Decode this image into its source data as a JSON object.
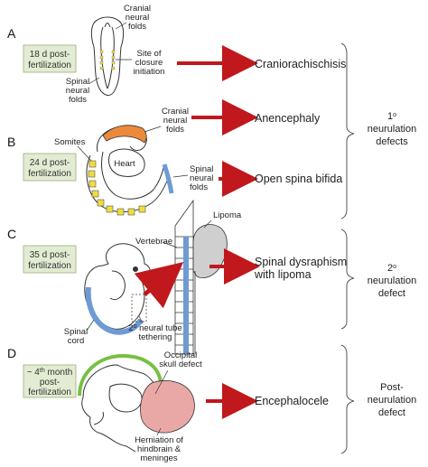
{
  "panels": [
    {
      "letter": "A",
      "stage_lines": [
        "18 d post-",
        "fertilization"
      ],
      "outcome": [
        "Craniorachischisis"
      ]
    },
    {
      "letter": "B",
      "stage_lines": [
        "24 d post-",
        "fertilization"
      ],
      "outcome": [
        "Anencephaly",
        "Open spina bifida"
      ]
    },
    {
      "letter": "C",
      "stage_lines": [
        "35 d post-",
        "fertilization"
      ],
      "outcome": [
        "Spinal dysraphism",
        "with lipoma"
      ]
    },
    {
      "letter": "D",
      "stage_lines": [
        "~ 4",
        "th",
        " month",
        "post-",
        "fertilization"
      ],
      "outcome": [
        "Encephalocele"
      ]
    }
  ],
  "labels": {
    "a_cranial": [
      "Cranial",
      "neural",
      "folds"
    ],
    "a_spinal": [
      "Spinal",
      "neural",
      "folds"
    ],
    "a_site": [
      "Site of",
      "closure",
      "initiation"
    ],
    "b_cranial": [
      "Cranial",
      "neural",
      "folds"
    ],
    "b_somites": "Somites",
    "b_heart": "Heart",
    "b_spinal": [
      "Spinal",
      "neural",
      "folds"
    ],
    "c_vertebrae": "Vertebrae",
    "c_lipoma": "Lipoma",
    "c_spinal_cord": [
      "Spinal",
      "cord"
    ],
    "c_tether": [
      "2",
      "o",
      " neural tube",
      "tethering"
    ],
    "d_occipital": [
      "Occipital",
      "skull defect"
    ],
    "d_herniation": [
      "Herniation of",
      "hindbrain &",
      "meninges"
    ]
  },
  "categories": {
    "primary": [
      "1",
      "o",
      "neurulation",
      "defects"
    ],
    "secondary": [
      "2",
      "o",
      "neurulation",
      "defect"
    ],
    "post": [
      "Post-",
      "neurulation",
      "defect"
    ]
  },
  "colors": {
    "stage_box": "#e2ecd2",
    "stage_border": "#9aaf80",
    "arrow": "#c0181c",
    "cranial_orange": "#ea8a3a",
    "somite_yellow": "#f2dc3c",
    "spinal_blue": "#6e9bd4",
    "occipital_green": "#77c043",
    "herniation_pink": "#e9a8a6",
    "lipoma_grey": "#cfcfcf"
  }
}
